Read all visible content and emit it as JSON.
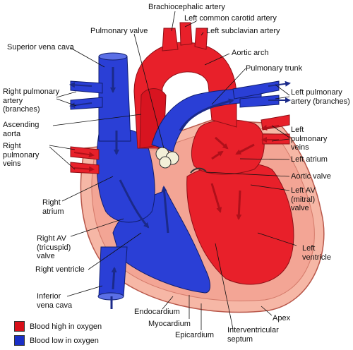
{
  "labels": {
    "brachiocephalic_artery": "Brachiocephalic artery",
    "left_common_carotid_artery": "Left common carotid artery",
    "pulmonary_valve": "Pulmonary valve",
    "left_subclavian_artery": "Left subclavian artery",
    "superior_vena_cava": "Superior vena cava",
    "aortic_arch": "Aortic arch",
    "pulmonary_trunk": "Pulmonary trunk",
    "right_pulmonary_artery": "Right pulmonary\nartery\n(branches)",
    "left_pulmonary_artery": "Left pulmonary\nartery (branches)",
    "ascending_aorta": "Ascending\naorta",
    "left_pulmonary_veins": "Left\npulmonary\nveins",
    "right_pulmonary_veins": "Right\npulmonary\nveins",
    "left_atrium": "Left atrium",
    "aortic_valve": "Aortic valve",
    "right_atrium": "Right\natrium",
    "left_av_valve": "Left AV\n(mitral)\nvalve",
    "right_av_valve": "Right AV\n(tricuspid)\nvalve",
    "left_ventricle": "Left\nventricle",
    "right_ventricle": "Right ventricle",
    "inferior_vena_cava": "Inferior\nvena cava",
    "apex": "Apex",
    "endocardium": "Endocardium",
    "myocardium": "Myocardium",
    "epicardium": "Epicardium",
    "interventricular_septum": "Interventricular\nseptum"
  },
  "legend": {
    "high_oxygen": "Blood high in oxygen",
    "low_oxygen": "Blood low in oxygen"
  },
  "colors": {
    "oxygen_high": "#e8202a",
    "oxygen_low": "#2a3fd6",
    "muscle": "#f6b7a6",
    "muscle_dark": "#e07a6a",
    "valve": "#f3f0d8"
  }
}
